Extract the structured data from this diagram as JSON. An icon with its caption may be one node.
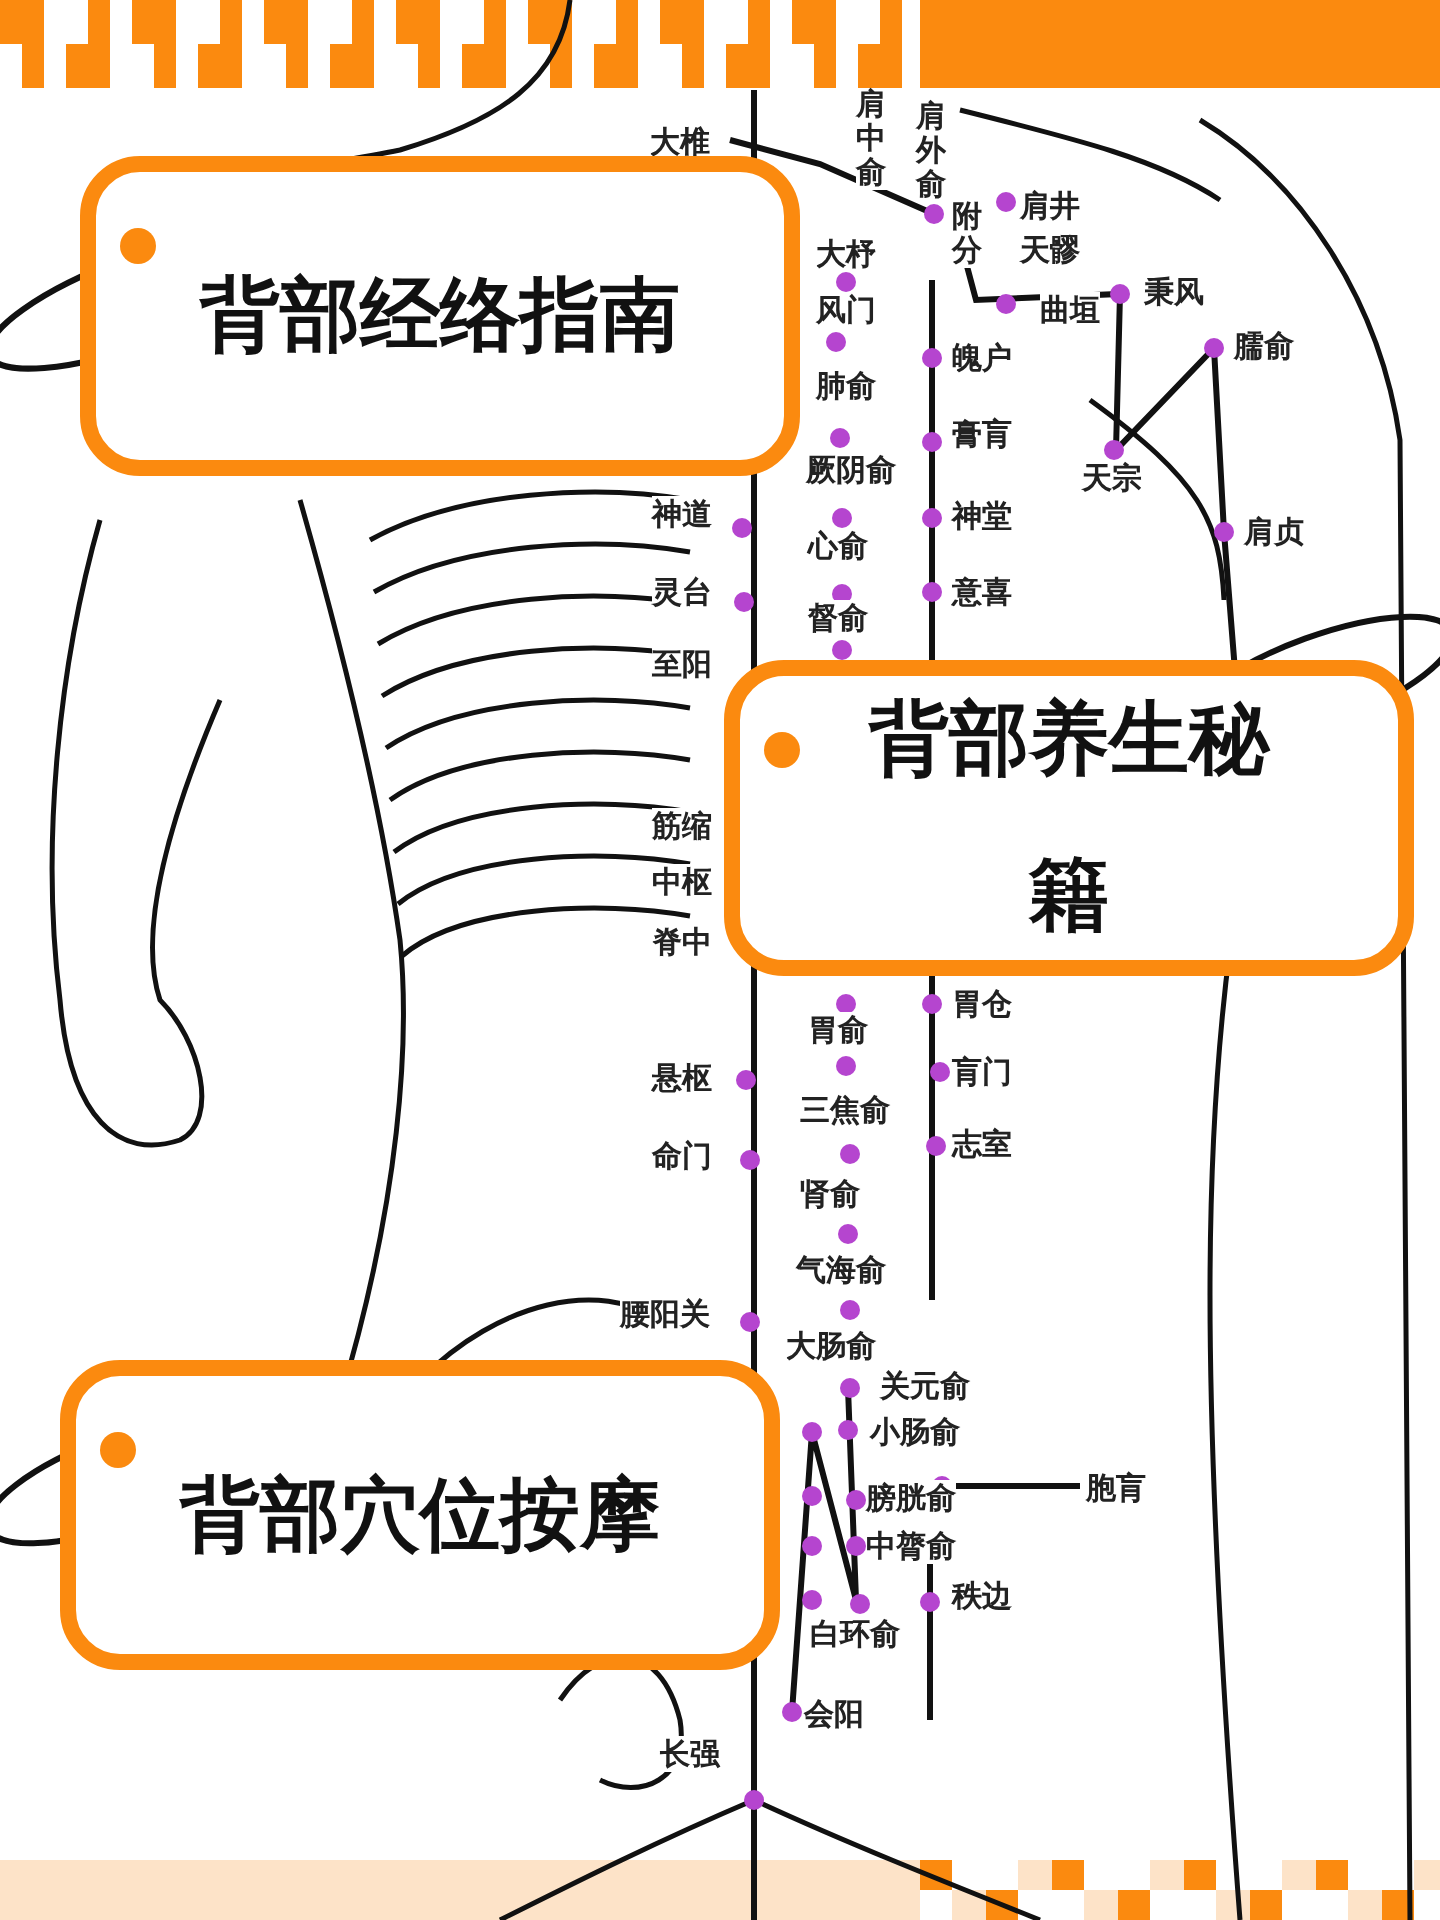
{
  "diagram": {
    "nodes": [
      {
        "text": [
          "背部经络指南"
        ]
      },
      {
        "text": [
          "背部养生秘籍"
        ]
      },
      {
        "text": [
          "背部穴位按摩"
        ]
      }
    ],
    "labels": [
      "肩中俞",
      "肩外俞",
      "大椎",
      "附分",
      "肩井",
      "天髎",
      "秉风",
      "曲垣",
      "大杼",
      "风门",
      "魄户",
      "臑俞",
      "肺俞",
      "膏肓",
      "厥阴俞",
      "天宗",
      "神道",
      "神堂",
      "肩贞",
      "灵台",
      "心俞",
      "意喜",
      "督俞",
      "至阳",
      "筋缩",
      "中枢",
      "脊中",
      "胃俞",
      "胃仓",
      "悬枢",
      "肓门",
      "三焦俞",
      "志室",
      "命门",
      "肾俞",
      "气海俞",
      "腰阳关",
      "大肠俞",
      "关元俞",
      "小肠俞",
      "胞肓",
      "膀胱俞",
      "中膂俞",
      "秩边",
      "白环俞",
      "会阳",
      "长强"
    ]
  }
}
